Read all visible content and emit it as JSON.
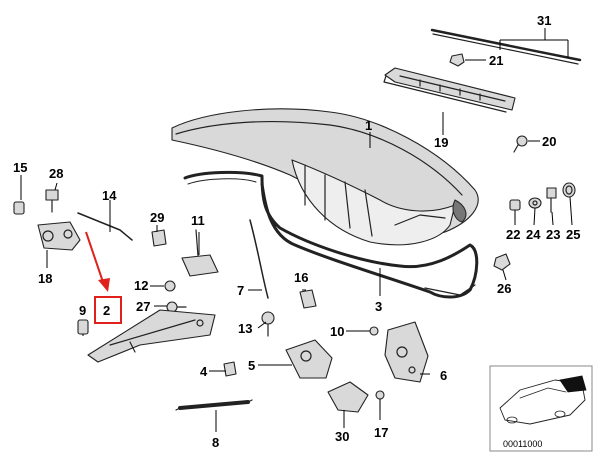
{
  "diagram": {
    "callouts": [
      "1",
      "2",
      "3",
      "4",
      "5",
      "6",
      "7",
      "8",
      "9",
      "10",
      "11",
      "12",
      "13",
      "14",
      "15",
      "16",
      "17",
      "18",
      "19",
      "20",
      "21",
      "22",
      "23",
      "24",
      "25",
      "26",
      "27",
      "28",
      "29",
      "30",
      "31"
    ],
    "highlighted_callout": "2",
    "highlight_color": "#e0201a",
    "inset_reference_code": "00011000"
  }
}
